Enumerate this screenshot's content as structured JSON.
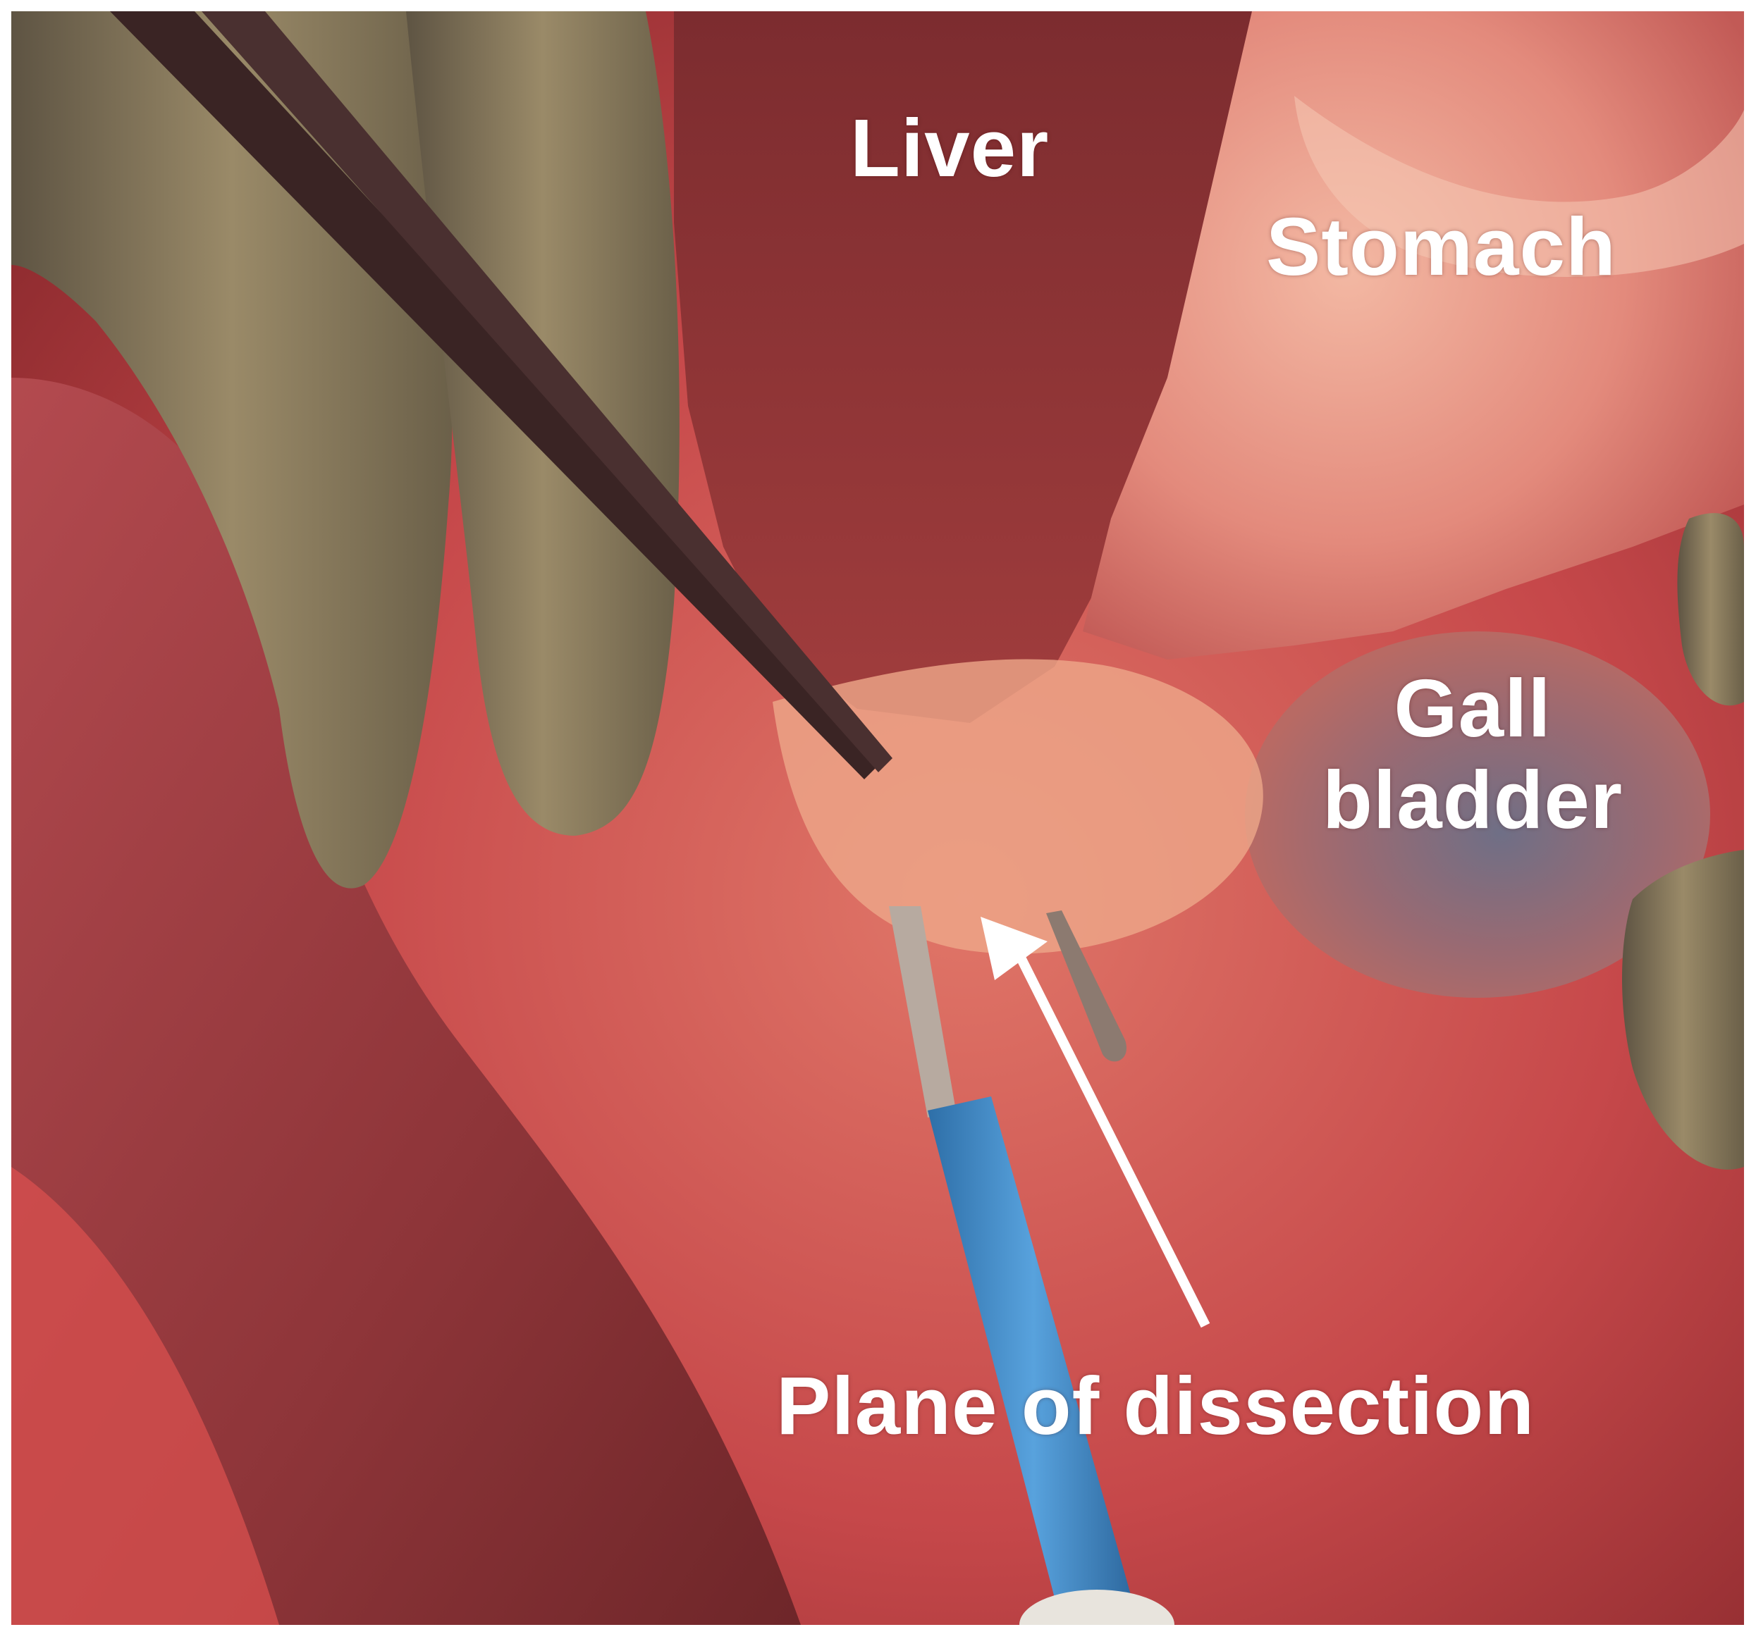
{
  "labels": {
    "liver": "Liver",
    "stomach": "Stomach",
    "gall_line1": "Gall",
    "gall_line2": "bladder",
    "plane": "Plane of dissection"
  },
  "colors": {
    "liver": "#7a2d2f",
    "tissue": "#c9484a",
    "glove": "#8a7a5a",
    "cautery_blue": "#3a86c8",
    "arrow": "#ffffff"
  },
  "icons": {
    "arrow": "arrow-up-left-icon"
  }
}
